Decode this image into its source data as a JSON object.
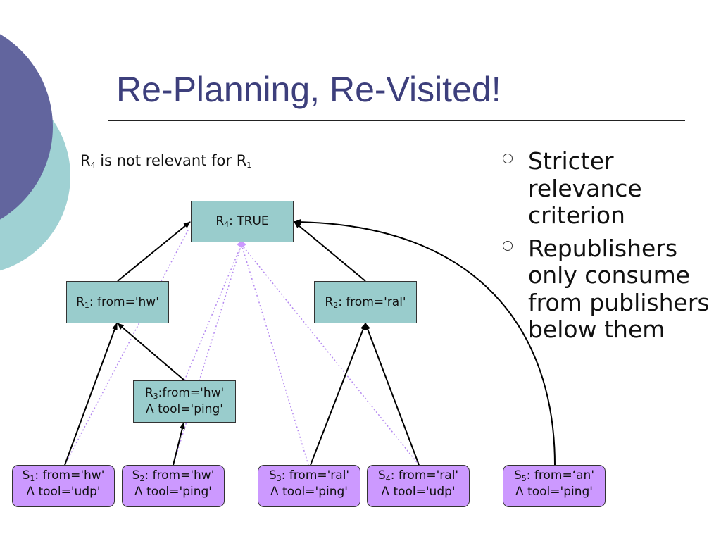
{
  "title": "Re-Planning, Re-Visited!",
  "note": {
    "pre": "R",
    "sub": "4",
    "mid": " is not relevant for R",
    "sub2": "1"
  },
  "bullets": [
    {
      "text": "Stricter relevance criterion"
    },
    {
      "text": "Republishers only consume from publishers below them"
    }
  ],
  "nodes": {
    "r4": {
      "name": "R",
      "sub": "4",
      "label": ": TRUE"
    },
    "r1": {
      "name": "R",
      "sub": "1",
      "label": ": from='hw'"
    },
    "r2": {
      "name": "R",
      "sub": "2",
      "label": ": from='ral'"
    },
    "r3": {
      "name": "R",
      "sub": "3",
      "line1": ":from='hw'",
      "line2": "Λ tool='ping'"
    },
    "s1": {
      "name": "S",
      "sub": "1",
      "line1": ": from='hw'",
      "line2": "Λ tool='udp'"
    },
    "s2": {
      "name": "S",
      "sub": "2",
      "line1": ": from='hw'",
      "line2": "Λ tool='ping'"
    },
    "s3": {
      "name": "S",
      "sub": "3",
      "line1": ": from='ral'",
      "line2": "Λ tool='ping'"
    },
    "s4": {
      "name": "S",
      "sub": "4",
      "line1": ": from='ral'",
      "line2": "Λ tool='udp'"
    },
    "s5": {
      "name": "S",
      "sub": "5",
      "line1": ": from=‘an'",
      "line2": "Λ tool='ping'"
    }
  },
  "colors": {
    "title": "#3d3f7c",
    "republisher": "#99cccc",
    "source": "#cc99ff",
    "dotted_edge": "#b58af0",
    "deco_dark": "#62659e",
    "deco_teal": "#9fd1d3"
  }
}
